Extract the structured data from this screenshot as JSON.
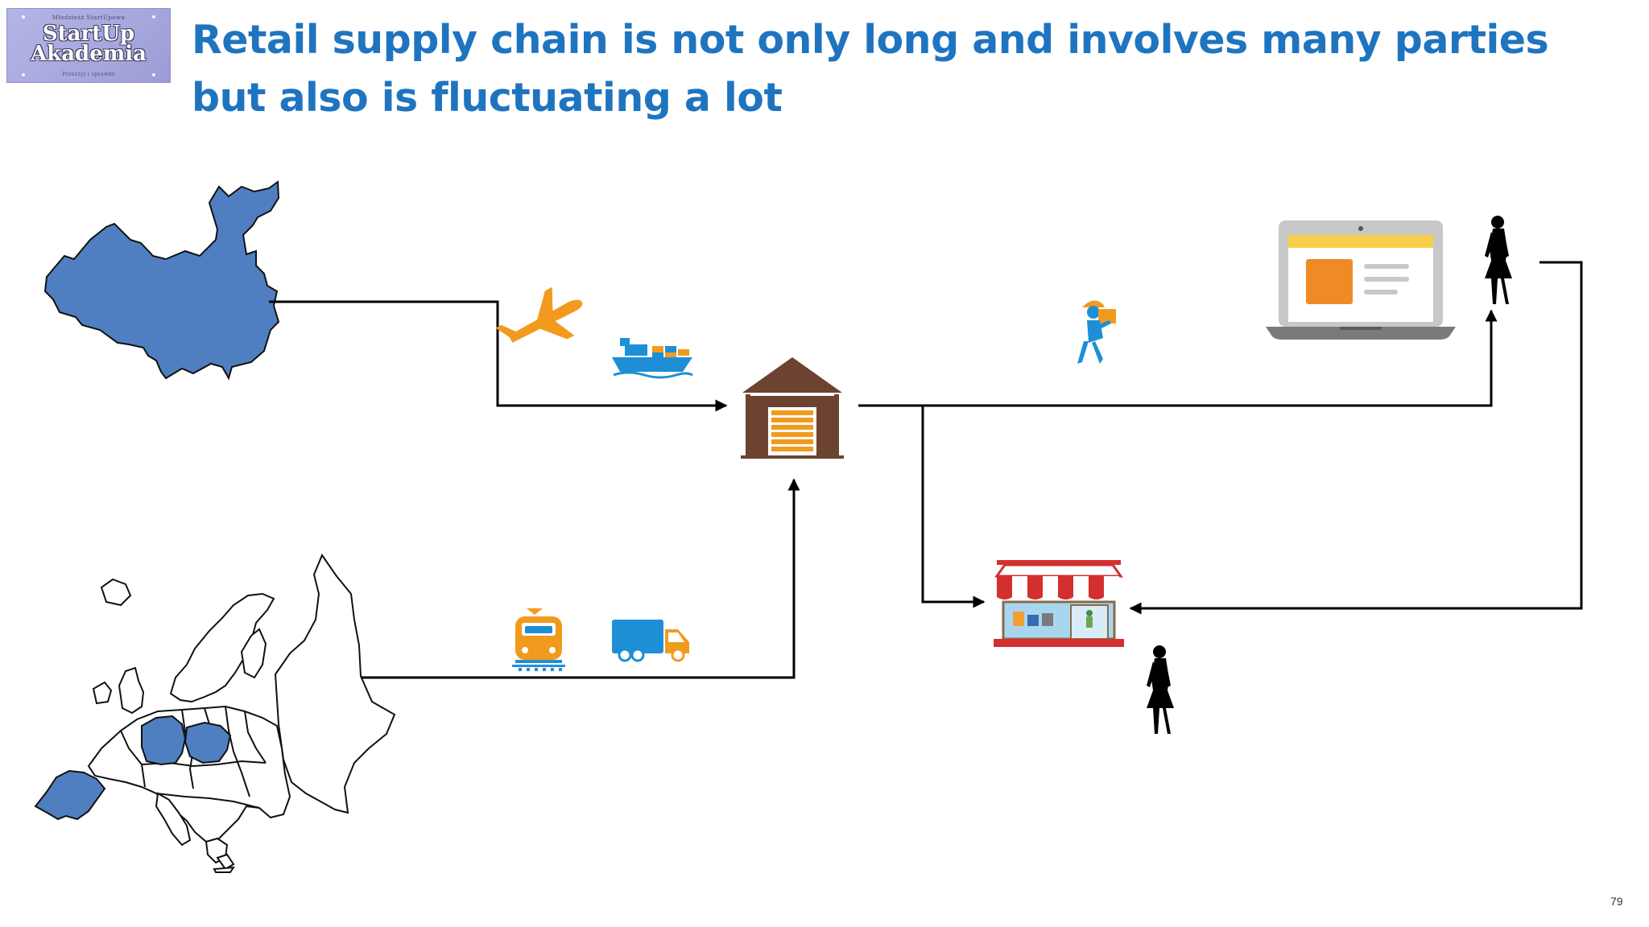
{
  "logo": {
    "tagline_top": "Młodzieżż StartUpowa",
    "line1": "StartUp",
    "line2": "Akademia",
    "tagline_bottom": "Przeżżyj i sprawdź"
  },
  "slide": {
    "title": "Retail supply chain is not only long and involves many parties but also is fluctuating a lot",
    "page_number": "79"
  },
  "colors": {
    "title": "#1f74c0",
    "map_fill": "#4f7fc1",
    "flow_line": "#000000",
    "orange": "#f29a1e",
    "blue": "#1e8fd6",
    "warehouse": "#6b4330"
  },
  "icons": [
    "china-map-icon",
    "europe-map-icon",
    "airplane-icon",
    "cargo-ship-icon",
    "train-icon",
    "delivery-truck-icon",
    "warehouse-icon",
    "courier-icon",
    "laptop-icon",
    "shop-icon",
    "woman-silhouette-icon"
  ]
}
